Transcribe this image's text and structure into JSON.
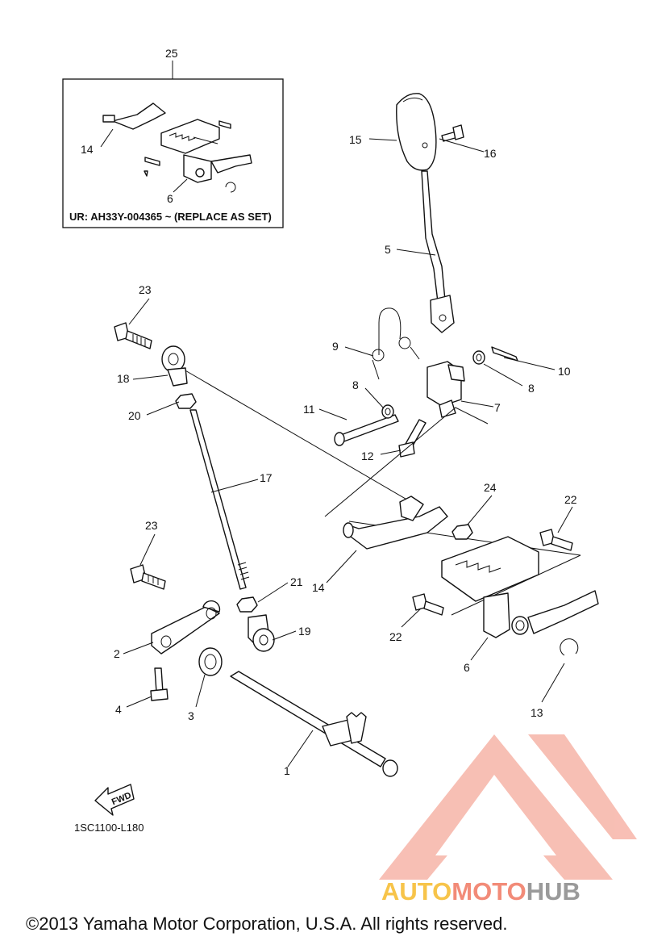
{
  "inset": {
    "title_number": "25",
    "labels": [
      "14",
      "6"
    ],
    "note": "UR: AH33Y-004365 ~ (REPLACE AS SET)"
  },
  "callouts": [
    "1",
    "2",
    "3",
    "4",
    "5",
    "6",
    "7",
    "8",
    "8",
    "9",
    "10",
    "11",
    "12",
    "13",
    "14",
    "15",
    "16",
    "17",
    "18",
    "19",
    "20",
    "21",
    "22",
    "22",
    "23",
    "23",
    "24"
  ],
  "fwd_label": "FWD",
  "diagram_code": "1SC1100-L180",
  "copyright": "©2013 Yamaha Motor Corporation, U.S.A. All rights reserved.",
  "watermark": {
    "part1": "AUTO",
    "part2": "MOTO",
    "part3": "HUB",
    "colors": {
      "auto": "#f7c44a",
      "moto": "#f28b78",
      "hub": "#9a9a9a",
      "logo": "#f28b78"
    }
  }
}
